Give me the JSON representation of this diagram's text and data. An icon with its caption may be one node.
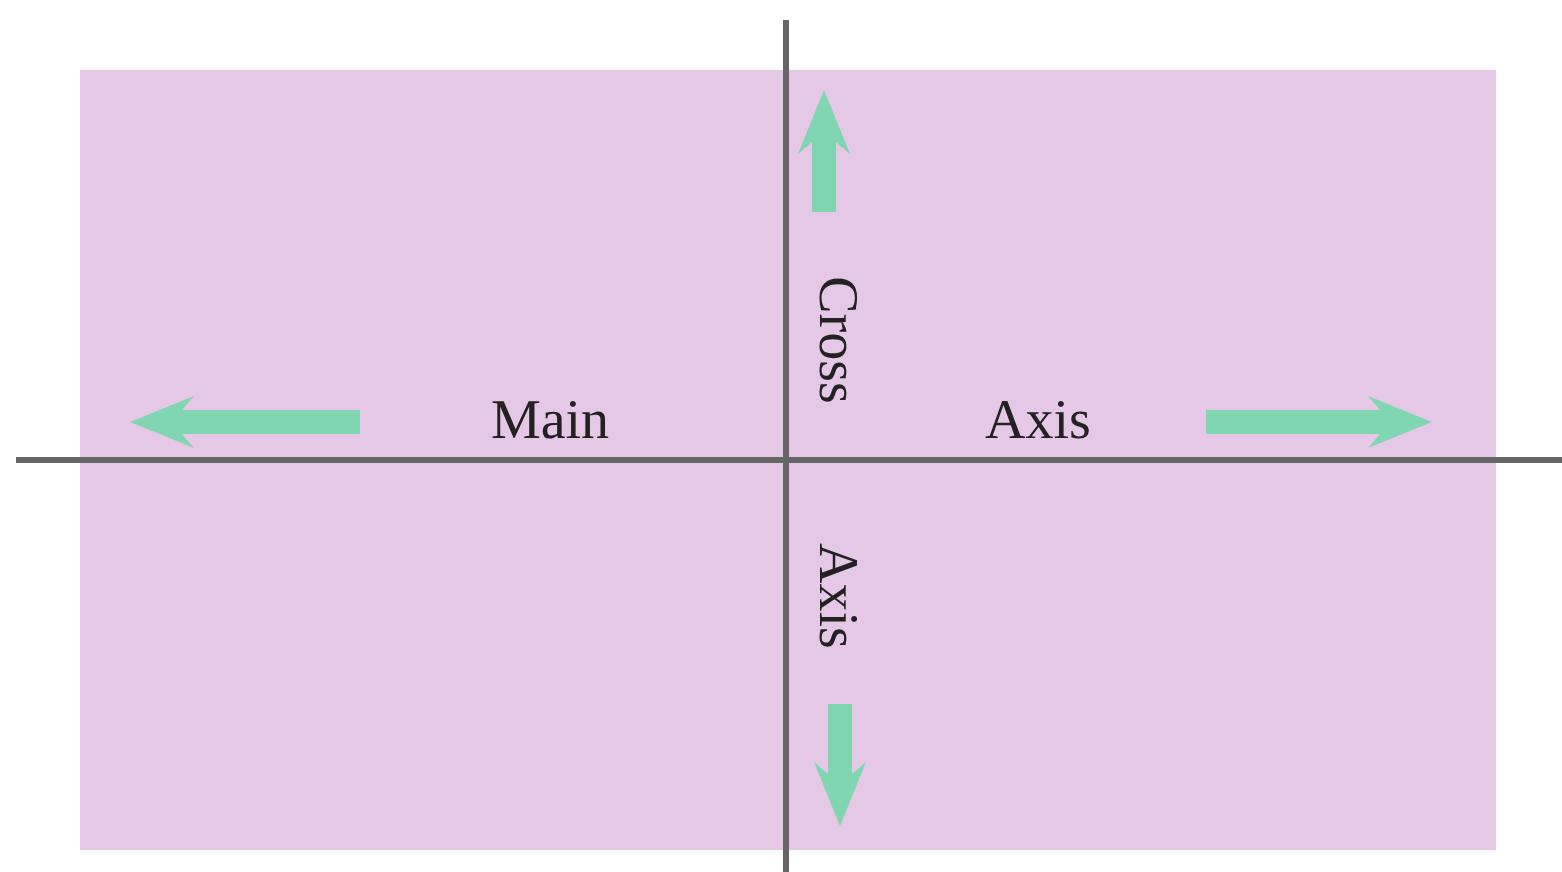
{
  "diagram": {
    "labels": [
      "Cross",
      "Main",
      "Axis",
      "Axis"
    ]
  }
}
